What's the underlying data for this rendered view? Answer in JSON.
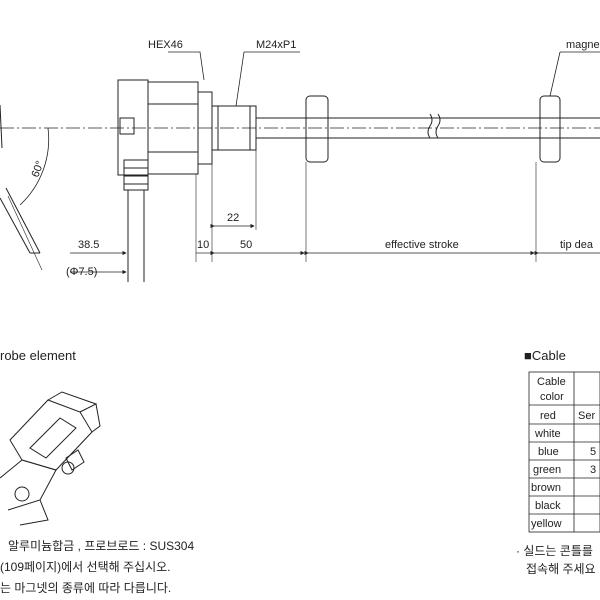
{
  "drawing": {
    "labels": {
      "hex": "HEX46",
      "thread": "M24xP1",
      "magnet": "magne",
      "angle": "60°",
      "dim_22": "22",
      "dim_38_5": "38.5",
      "dim_10": "10",
      "dim_50": "50",
      "dim_dia": "(Φ7.5)",
      "effective_stroke": "effective stroke",
      "tip_dead": "tip dea"
    }
  },
  "probe_section": {
    "heading": "robe element",
    "note1": "알루미늄합금 , 프로브로드 : SUS304",
    "note2": "(109페이지)에서 선택해 주십시오.",
    "note3": "는 마그넷의 종류에 따라 다릅니다."
  },
  "cable_section": {
    "heading": "■Cable",
    "table_header": [
      "Cable",
      "color"
    ],
    "rows": [
      {
        "color": "red",
        "desc": "Ser"
      },
      {
        "color": "white",
        "desc": ""
      },
      {
        "color": "blue",
        "desc": "5"
      },
      {
        "color": "green",
        "desc": "3"
      },
      {
        "color": "brown",
        "desc": ""
      },
      {
        "color": "black",
        "desc": ""
      },
      {
        "color": "yellow",
        "desc": ""
      }
    ],
    "note1": "· 실드는 콘틀를",
    "note2": "접속해 주세요"
  }
}
